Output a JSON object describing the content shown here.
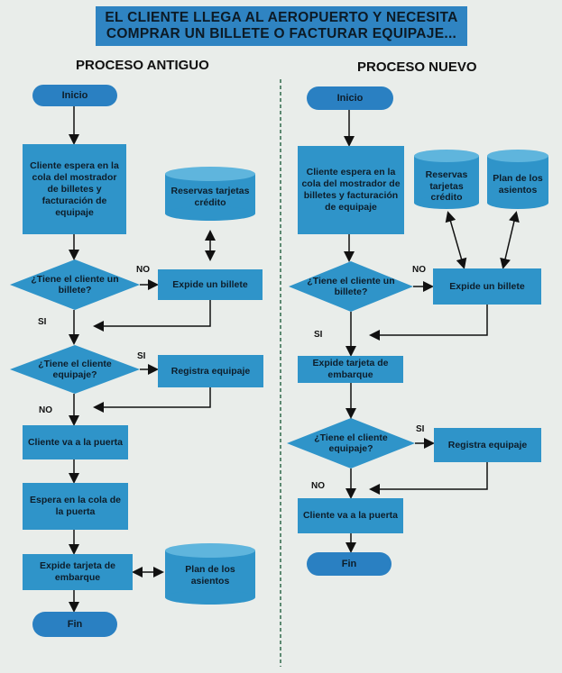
{
  "title": {
    "line1": "EL CLIENTE LLEGA AL AEROPUERTO Y NECESITA",
    "line2": "COMPRAR UN BILLETE O FACTURAR EQUIPAJE..."
  },
  "old_process": {
    "heading": "PROCESO ANTIGUO",
    "start": "Inicio",
    "wait_counter": "Cliente espera en la cola del mostrador de billetes y facturación de equipaje",
    "reservations_db": "Reservas tarjetas crédito",
    "has_ticket": "¿Tiene el cliente un billete?",
    "issue_ticket": "Expide un billete",
    "has_luggage": "¿Tiene el cliente equipaje?",
    "register_luggage": "Registra equipaje",
    "goes_gate": "Cliente va a la puerta",
    "wait_gate": "Espera en la cola de la puerta",
    "boarding_pass": "Expide tarjeta de embarque",
    "seat_plan_db": "Plan de los asientos",
    "end": "Fin",
    "label_no1": "NO",
    "label_si1": "SI",
    "label_si2": "SI",
    "label_no2": "NO"
  },
  "new_process": {
    "heading": "PROCESO NUEVO",
    "start": "Inicio",
    "wait_counter": "Cliente espera en la cola del mostrador de billetes y facturación de equipaje",
    "reservations_db": "Reservas tarjetas crédito",
    "seat_plan_db": "Plan de los asientos",
    "has_ticket": "¿Tiene el cliente un billete?",
    "issue_ticket": "Expide un billete",
    "boarding_pass": "Expide tarjeta de embarque",
    "has_luggage": "¿Tiene el cliente equipaje?",
    "register_luggage": "Registra equipaje",
    "goes_gate": "Cliente va a la puerta",
    "end": "Fin",
    "label_no1": "NO",
    "label_si1": "SI",
    "label_si2": "SI",
    "label_no2": "NO"
  },
  "colors": {
    "box": "#2f94c9",
    "pill": "#2a80c2",
    "banner": "#2f84c2",
    "cylinder": "#2f94c9",
    "divider": "#2f6a4a"
  }
}
